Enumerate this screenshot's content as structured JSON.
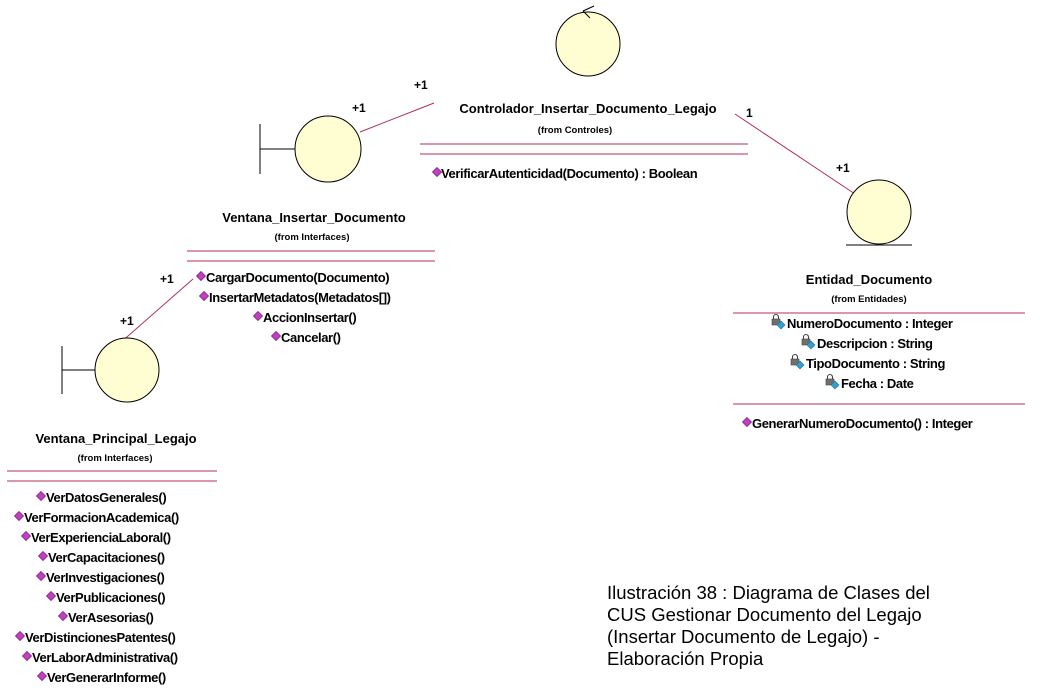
{
  "classes": {
    "controller": {
      "name": "Controlador_Insertar_Documento_Legajo",
      "from": "(from Controles)",
      "operations": [
        "VerificarAutenticidad(Documento) : Boolean"
      ]
    },
    "window_insert": {
      "name": "Ventana_Insertar_Documento",
      "from": "(from Interfaces)",
      "operations": [
        "CargarDocumento(Documento)",
        "InsertarMetadatos(Metadatos[])",
        "AccionInsertar()",
        "Cancelar()"
      ]
    },
    "entity": {
      "name": "Entidad_Documento",
      "from": "(from Entidades)",
      "attributes": [
        "NumeroDocumento : Integer",
        "Descripcion : String",
        "TipoDocumento : String",
        "Fecha : Date"
      ],
      "operations": [
        "GenerarNumeroDocumento() : Integer"
      ]
    },
    "window_main": {
      "name": "Ventana_Principal_Legajo",
      "from": "(from Interfaces)",
      "operations": [
        "VerDatosGenerales()",
        "VerFormacionAcademica()",
        "VerExperienciaLaboral()",
        "VerCapacitaciones()",
        "VerInvestigaciones()",
        "VerPublicaciones()",
        "VerAsesorias()",
        "VerDistincionesPatentes()",
        "VerLaborAdministrativa()",
        "VerGenerarInforme()"
      ]
    }
  },
  "multiplicities": {
    "ctrl_window_near_window": "+1",
    "ctrl_window_near_ctrl": "+1",
    "ctrl_entity_near_ctrl": "1",
    "ctrl_entity_near_entity": "+1",
    "main_insert_near_insert": "+1",
    "main_insert_near_main": "+1"
  },
  "caption": {
    "line1": "Ilustración 38 : Diagrama de Clases del",
    "line2": "CUS Gestionar Documento del Legajo",
    "line3": "(Insertar Documento de Legajo) -",
    "line4": "Elaboración Propia"
  },
  "colors": {
    "icon_fill": "#fffdd2",
    "association_line": "#b03050",
    "compartment_line": "#b03050",
    "operation_icon": "#c040c0",
    "attribute_lock": "#606060",
    "attribute_icon": "#30a0d0"
  }
}
